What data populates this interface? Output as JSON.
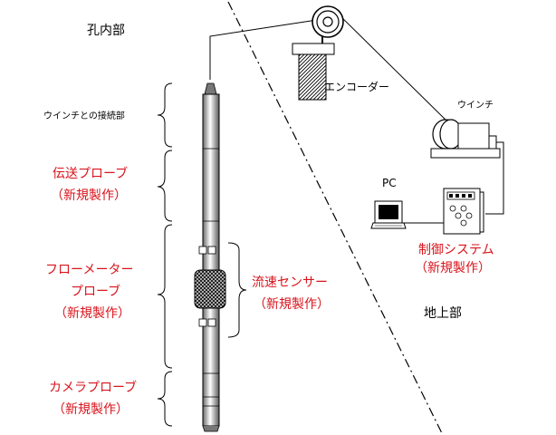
{
  "regions": {
    "downhole": "孔内部",
    "surface": "地上部"
  },
  "probe_sections": {
    "winch_connection": "ウインチとの接続部",
    "transmission_probe": [
      "伝送プローブ",
      "（新規製作）"
    ],
    "flowmeter_probe": [
      "フローメーター",
      "プローブ",
      "（新規製作）"
    ],
    "camera_probe": [
      "カメラプローブ",
      "（新規製作）"
    ]
  },
  "flow_sensor": [
    "流速センサー",
    "（新規製作）"
  ],
  "surface_equipment": {
    "encoder": "エンコーダー",
    "winch": "ウインチ",
    "pc": "PC",
    "control_system": [
      "制御システム",
      "（新規製作）"
    ]
  },
  "colors": {
    "new_build_text": "#d8141c",
    "line": "#000000"
  },
  "icons": [
    "pulley-icon",
    "encoder-icon",
    "winch-icon",
    "pc-icon",
    "control-cabinet-icon",
    "probe-icon"
  ]
}
